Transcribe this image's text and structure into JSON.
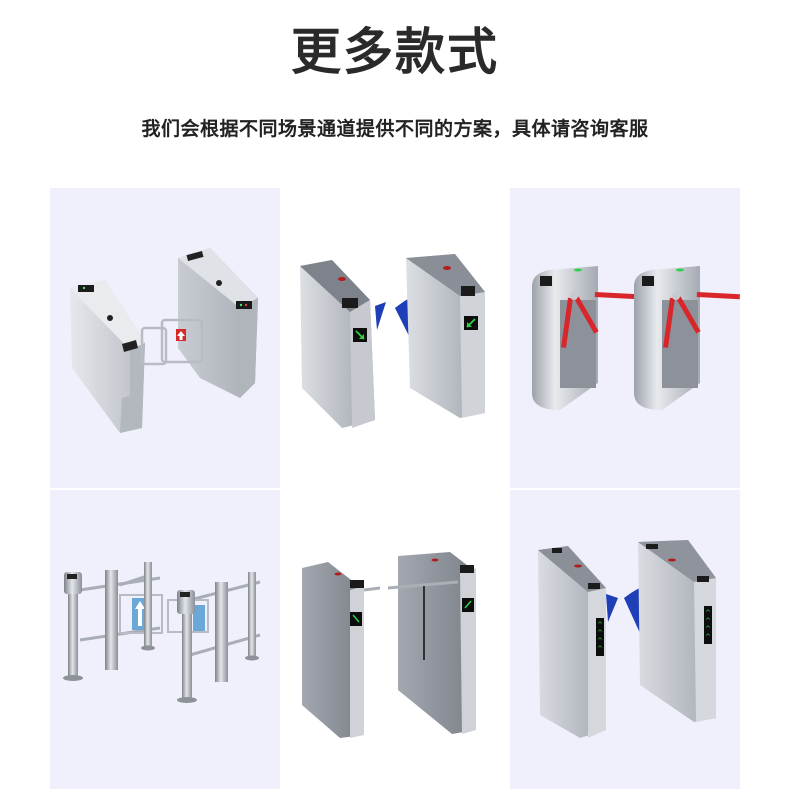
{
  "header": {
    "title": "更多款式",
    "subtitle": "我们会根据不同场景通道提供不同的方案，具体请咨询客服"
  },
  "colors": {
    "panel_lavender": "#eff0fc",
    "panel_white": "#ffffff",
    "steel": "#c9ccd2",
    "flap_blue": "#1f3fb8",
    "arm_red": "#d8262b",
    "indicator_green": "#2fd14a"
  },
  "products": [
    {
      "id": 1,
      "type": "swing-gate-turnstile-box",
      "row": 1,
      "col": 1,
      "background": "lavender"
    },
    {
      "id": 2,
      "type": "flap-barrier-turnstile",
      "row": 1,
      "col": 2,
      "background": "white"
    },
    {
      "id": 3,
      "type": "tripod-turnstile",
      "row": 1,
      "col": 3,
      "background": "lavender"
    },
    {
      "id": 4,
      "type": "swing-gate-pillar-turnstile",
      "row": 2,
      "col": 1,
      "background": "lavender"
    },
    {
      "id": 5,
      "type": "swing-barrier-bar-turnstile",
      "row": 2,
      "col": 2,
      "background": "white"
    },
    {
      "id": 6,
      "type": "flap-barrier-turnstile-curved",
      "row": 2,
      "col": 3,
      "background": "lavender"
    }
  ]
}
